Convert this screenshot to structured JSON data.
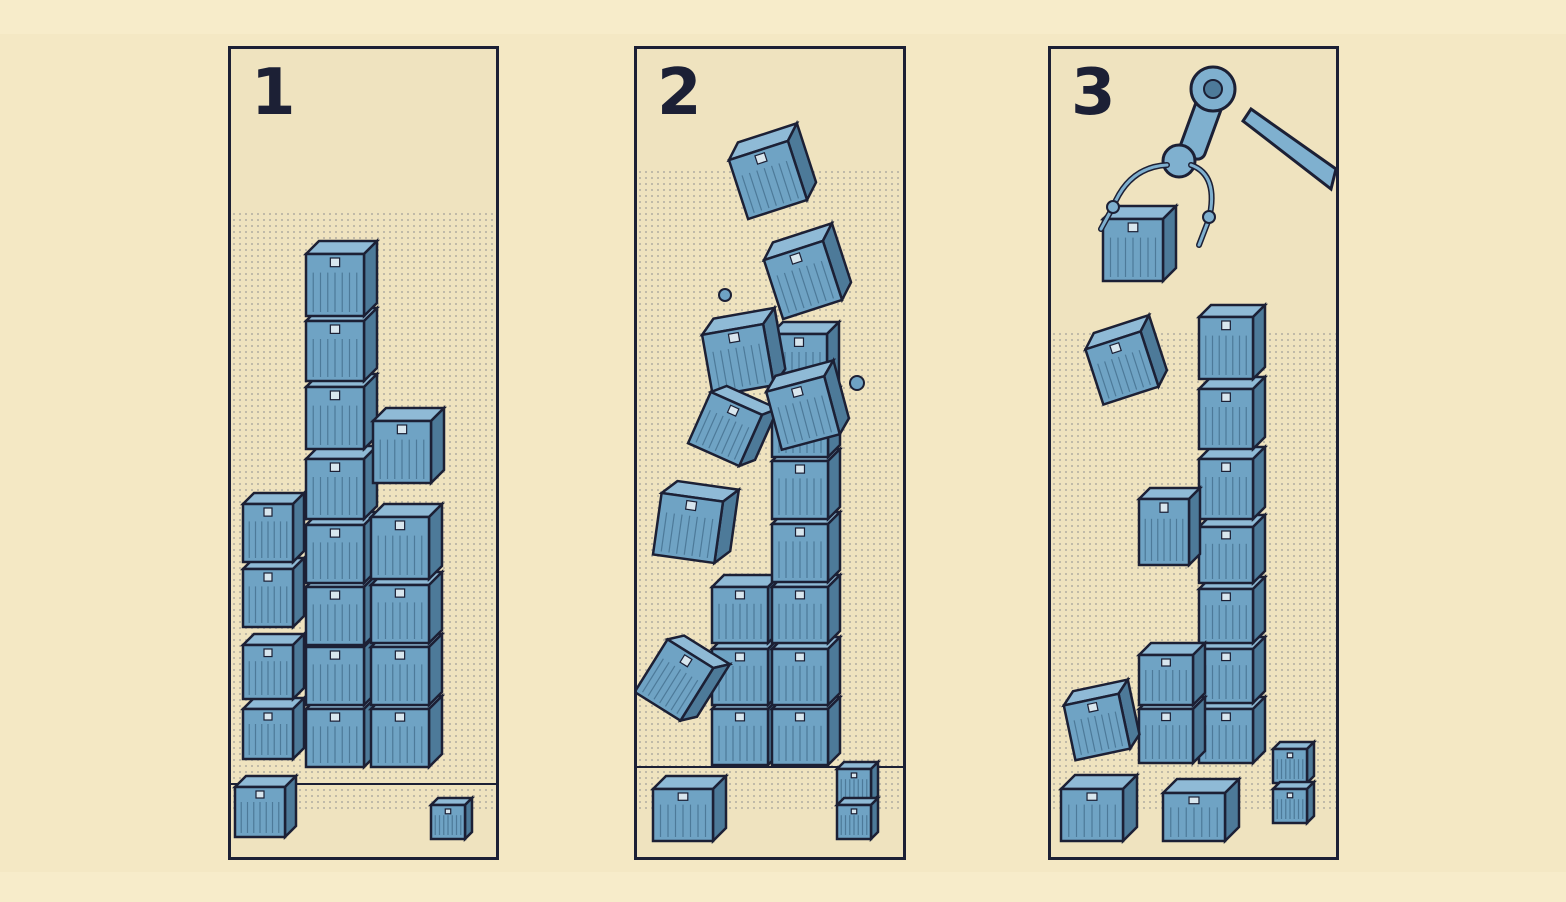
{
  "panels": [
    {
      "number": "1",
      "scene": "stacked-tower"
    },
    {
      "number": "2",
      "scene": "collapsing-tower"
    },
    {
      "number": "3",
      "scene": "robot-arm-restacking"
    }
  ],
  "colors": {
    "background": "#f4e8c4",
    "panel_fill": "#efe3bf",
    "ink": "#1c2035",
    "box_front": "#6fa3c4",
    "box_top": "#8fbad6",
    "box_side": "#4d7a99",
    "arm_metal": "#7fb0cf"
  },
  "icons": [
    "box-icon",
    "robot-arm-icon"
  ]
}
